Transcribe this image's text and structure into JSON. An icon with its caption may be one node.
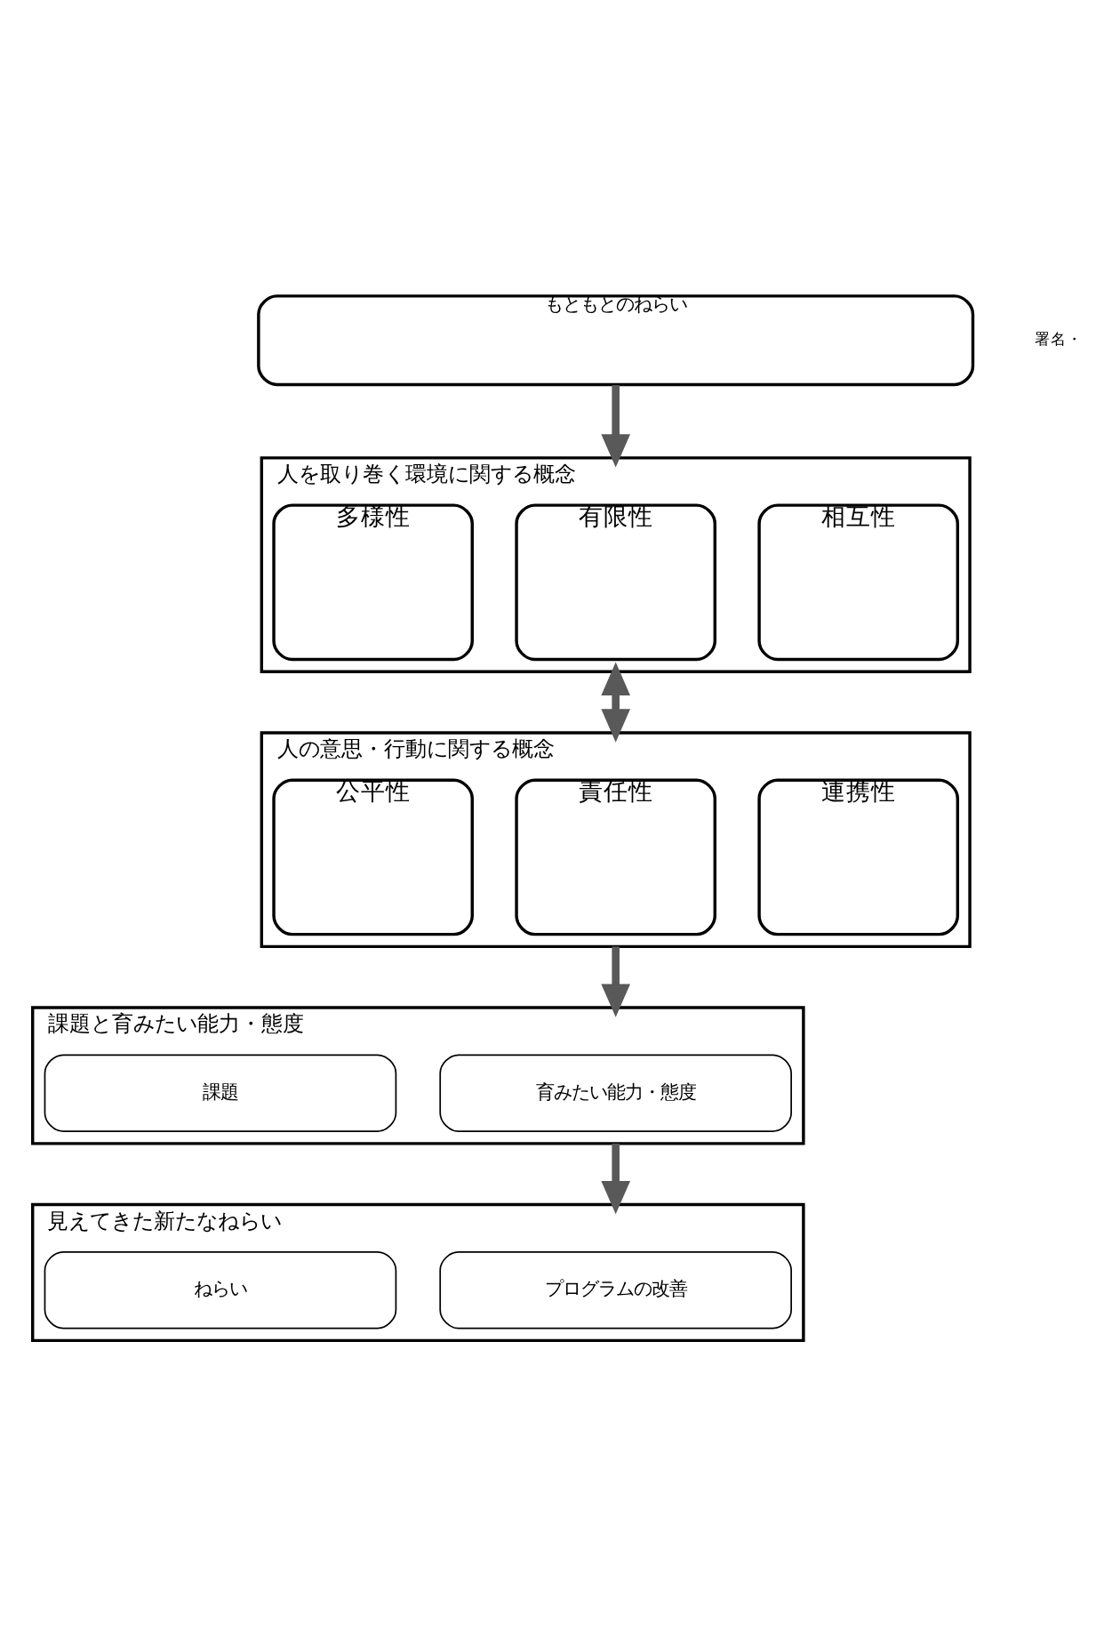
{
  "diagram": {
    "nodes": [
      {
        "text": [
          "もともとのねらい"
        ]
      },
      {
        "text": [
          "人を取り巻く環境に関する概念"
        ]
      },
      {
        "text": [
          "多様性"
        ],
        "in": 1
      },
      {
        "text": [
          "有限性"
        ],
        "in": 1
      },
      {
        "text": [
          "相互性"
        ],
        "in": 1
      },
      {
        "text": [
          "人の意思・行動に関する概念"
        ]
      },
      {
        "text": [
          "公平性"
        ],
        "in": 5
      },
      {
        "text": [
          "責任性"
        ],
        "in": 5
      },
      {
        "text": [
          "連携性"
        ],
        "in": 5
      },
      {
        "text": [
          "課題と育みたい能力・態度"
        ]
      },
      {
        "text": [
          "課題"
        ],
        "in": 9
      },
      {
        "text": [
          "育みたい能力・態度"
        ],
        "in": 9
      },
      {
        "text": [
          "見えてきた新たなねらい"
        ]
      },
      {
        "text": [
          "ねらい"
        ],
        "in": 12
      },
      {
        "text": [
          "プログラムの改善"
        ],
        "in": 12
      }
    ],
    "edges": [
      {
        "from": 0,
        "to": 1,
        "arrow": "to"
      },
      {
        "from": 1,
        "to": 5,
        "arrow": "both"
      },
      {
        "from": 5,
        "to": 9,
        "arrow": "to"
      },
      {
        "from": 9,
        "to": 12,
        "arrow": "to"
      }
    ],
    "labels": [
      "署名・"
    ]
  }
}
